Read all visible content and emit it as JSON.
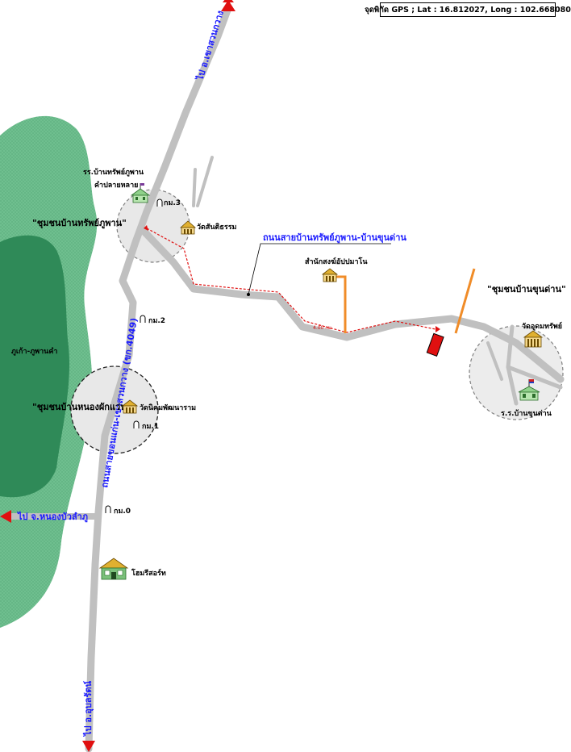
{
  "gps_label": "จุดพิกัด GPS ; Lat : 16.812027, Long : 102.668080",
  "road_labels": {
    "main_road": "ถนนสายขอนแก่น-เขาสวนกวาง (ขก.4049)",
    "sub_road": "ถนนสายบ้านทรัพย์ภูพาน-บ้านขุนด่าน",
    "distance": "4.00 กม."
  },
  "directions": {
    "north": "ไป อ.เขาสวนกวาง",
    "west": "ไป จ.หนองบัวลำภู",
    "south": "ไป อ.อุบลรัตน์"
  },
  "communities": {
    "sap_phuphan": "\"ชุมชนบ้านทรัพย์ภูพาน\"",
    "nong_phak_waen": "\"ชุมชนบ้านหนองผักแว่น\"",
    "khun_dan": "\"ชุมชนบ้านขุนด่าน\""
  },
  "places": {
    "school_sap_1": "รร.บ้านทรัพย์ภูพาน",
    "school_sap_2": "คำปลายหลาย",
    "wat_santitham": "วัดสันติธรรม",
    "monastery": "สำนักสงฆ์อัปปมาโน",
    "wat_udomsap": "วัดอุดมทรัพย์",
    "school_khun_dan": "ร.ร.บ้านขุนด่าน",
    "wat_nikhom": "วัดนิคมพัฒนาราม",
    "resort": "โฮมรีสอร์ท",
    "mountain": "ภูเก้า-ภูพานคำ"
  },
  "km_markers": {
    "km3": "กม.3",
    "km2": "กม.2",
    "km1": "กม.1",
    "km0": "กม.0"
  },
  "colors": {
    "road": "#c0c0c0",
    "forest_light": "#67b98a",
    "forest_dark": "#2e8b57",
    "route": "#e01010",
    "branch": "#f08c28",
    "arrow": "#e01010"
  }
}
